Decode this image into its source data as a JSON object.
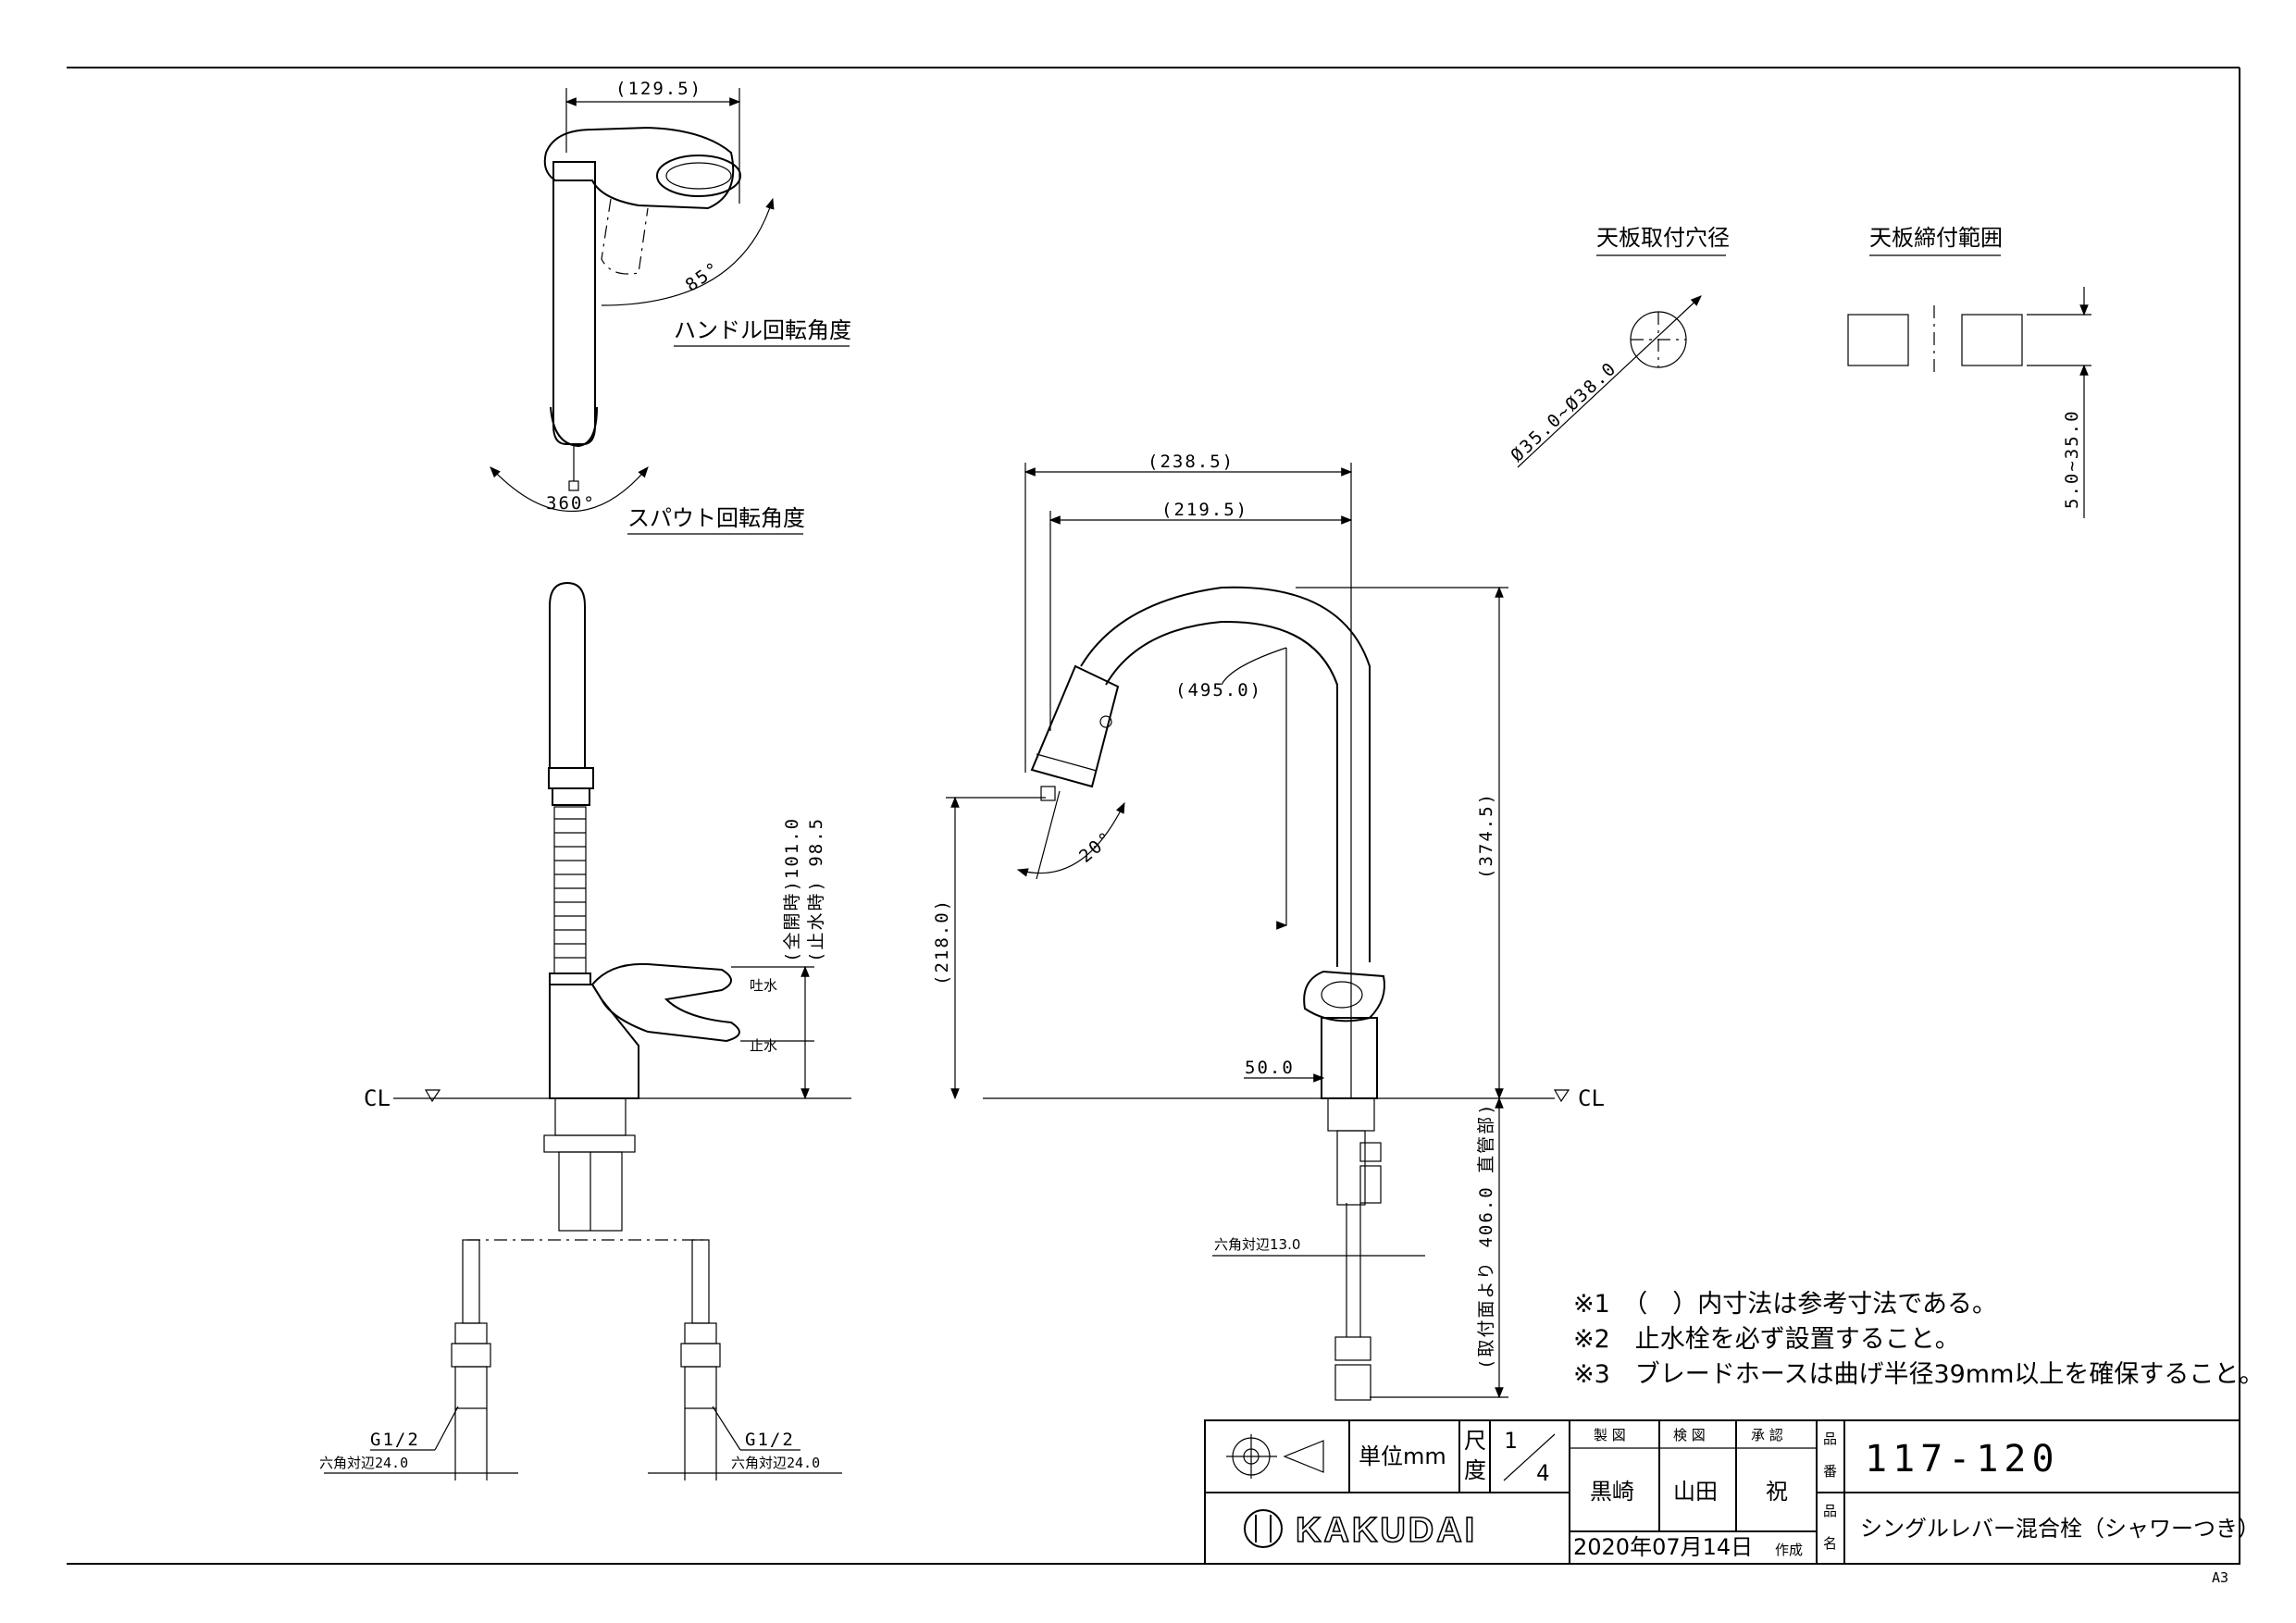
{
  "notes": [
    "※1　（　）内寸法は参考寸法である。",
    "※2　止水栓を必ず設置すること。",
    "※3　ブレードホースは曲げ半径39mm以上を確保すること。"
  ],
  "views": {
    "top": {
      "dim_width": "(129.5)",
      "handle_angle": "85°",
      "handle_label": "ハンドル回転角度",
      "spout_angle": "360°",
      "spout_label": "スパウト回転角度"
    },
    "front": {
      "dim_full_open": "(全開時)101.0",
      "dim_stop": "(止水時) 98.5",
      "label_discharge": "吐水",
      "label_stop": "止水",
      "cl": "CL",
      "left_thread": "G1/2",
      "left_hex": "六角対辺24.0",
      "right_thread": "G1/2",
      "right_hex": "六角対辺24.0"
    },
    "side": {
      "dim_238": "(238.5)",
      "dim_219": "(219.5)",
      "dim_495": "(495.0)",
      "dim_374": "(374.5)",
      "dim_218": "(218.0)",
      "angle_20": "20°",
      "dim_50": "50.0",
      "cl": "CL",
      "hex13": "六角対辺13.0",
      "dim_406": "(取付面より 406.0 直管部)"
    },
    "hole": {
      "label": "天板取付穴径",
      "dim": "Ø35.0~Ø38.0"
    },
    "range": {
      "label": "天板締付範囲",
      "dim": "5.0~35.0"
    }
  },
  "title_block": {
    "unit_label": "単位mm",
    "scale_label_1": "尺",
    "scale_label_2": "度",
    "scale_num": "1",
    "scale_den": "4",
    "drawn_head": "製 図",
    "checked_head": "検 図",
    "approved_head": "承 認",
    "drawn_by": "黒崎",
    "checked_by": "山田",
    "approved_by": "祝",
    "part_no_label_1": "品",
    "part_no_label_2": "番",
    "part_no": "117-120",
    "name_label_1": "品",
    "name_label_2": "名",
    "product_name": "シングルレバー混合栓（シャワーつき）",
    "brand": "KAKUDAI",
    "date": "2020年07月14日",
    "created": "作成",
    "paper_size": "A3"
  }
}
